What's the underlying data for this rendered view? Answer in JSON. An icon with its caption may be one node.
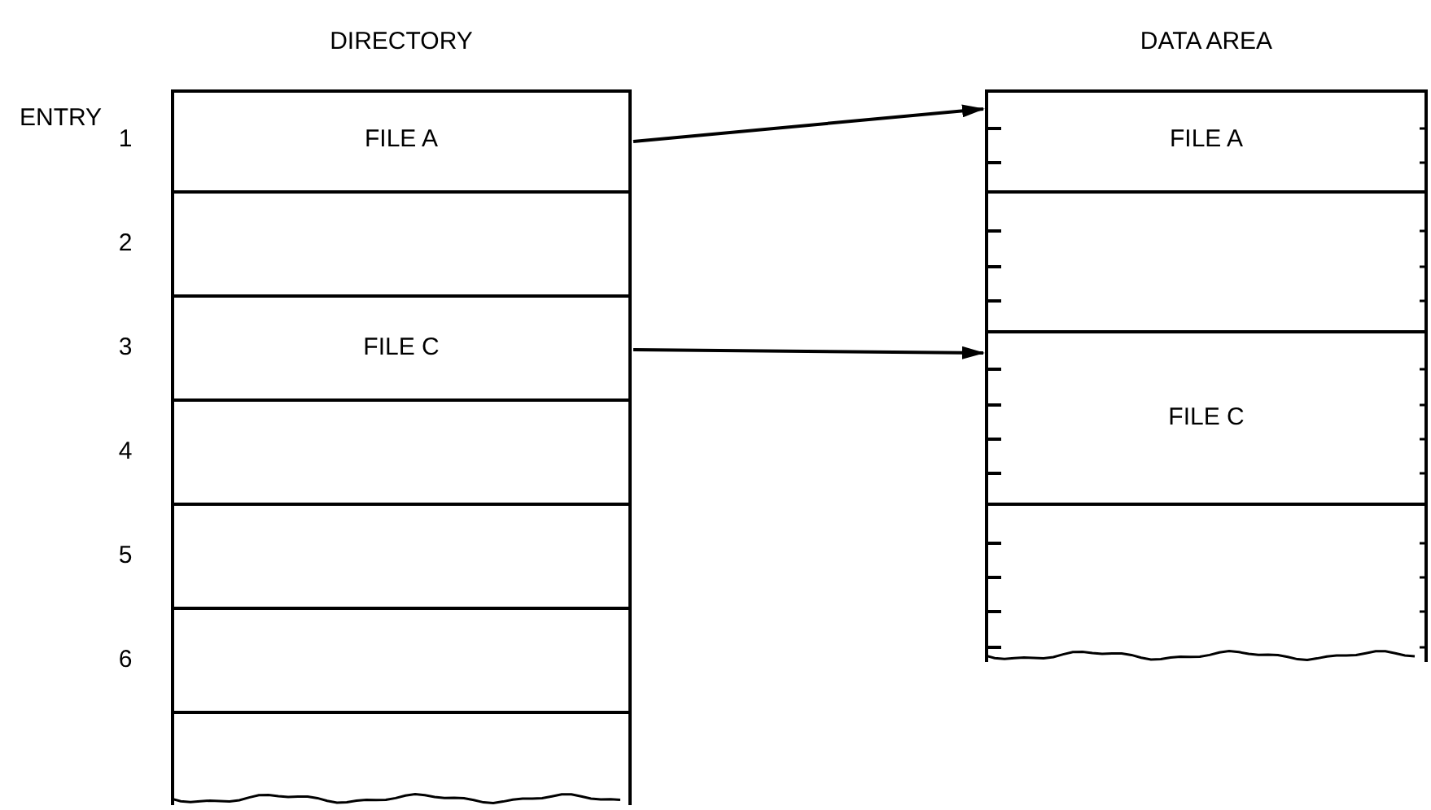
{
  "diagram": {
    "nodes": [
      {
        "text": [
          "DIRECTORY"
        ]
      },
      {
        "text": [
          "FILE A"
        ],
        "in": 0,
        "beside": [
          "1"
        ]
      },
      {
        "text": [],
        "shape": "box",
        "in": 0,
        "beside": [
          "2"
        ]
      },
      {
        "text": [
          "FILE C"
        ],
        "in": 0,
        "beside": [
          "3"
        ]
      },
      {
        "text": [],
        "shape": "box",
        "in": 0,
        "beside": [
          "4"
        ]
      },
      {
        "text": [],
        "shape": "box",
        "in": 0,
        "beside": [
          "5"
        ]
      },
      {
        "text": [],
        "shape": "box",
        "in": 0,
        "beside": [
          "6"
        ]
      },
      {
        "text": [],
        "shape": "box",
        "in": 0
      },
      {
        "text": [
          "DATA AREA"
        ]
      },
      {
        "text": [
          "FILE A"
        ],
        "in": 8
      },
      {
        "text": [],
        "shape": "box",
        "in": 8
      },
      {
        "text": [
          "FILE C"
        ],
        "in": 8
      },
      {
        "text": [],
        "shape": "box",
        "in": 8
      }
    ],
    "edges": [
      {
        "from": 1,
        "to": 9,
        "arrow": "to"
      },
      {
        "from": 3,
        "to": 11,
        "arrow": "to"
      }
    ],
    "labels": [
      "ENTRY"
    ]
  }
}
